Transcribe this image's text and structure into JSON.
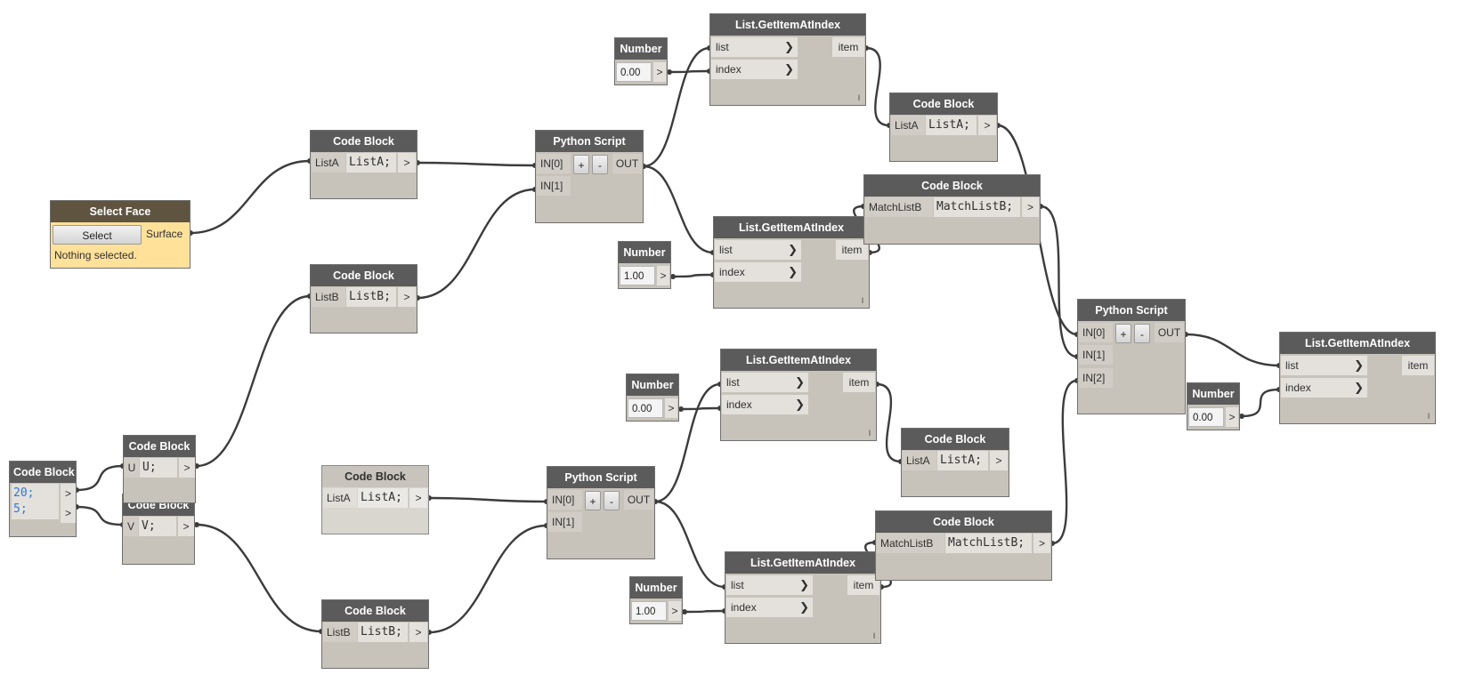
{
  "select_face": {
    "title": "Select Face",
    "button": "Select",
    "output": "Surface",
    "status": "Nothing selected."
  },
  "labels": {
    "code_block": "Code Block",
    "python_script": "Python Script",
    "list_getitem": "List.GetItemAtIndex",
    "number": "Number",
    "list": "list",
    "index": "index",
    "item": "item",
    "in0": "IN[0]",
    "in1": "IN[1]",
    "in2": "IN[2]",
    "out": "OUT",
    "plus": "+",
    "minus": "-",
    "gt": ">",
    "lacing": "l"
  },
  "code": {
    "listA_port": "ListA",
    "listA_code": "ListA;",
    "listB_port": "ListB",
    "listB_code": "ListB;",
    "match_port": "MatchListB",
    "match_code": "MatchListB;",
    "u_port": "U",
    "u_code": "U;",
    "v_port": "V",
    "v_code": "V;",
    "line1": "20;",
    "line2": "5;"
  },
  "numbers": {
    "n1": "0.00",
    "n2": "1.00",
    "n3": "0.00",
    "n4": "1.00",
    "n5": "0.00"
  },
  "colors": {
    "wire": "#3c3c3c",
    "node_body": "#c8c3ba",
    "header": "#5b5b5b",
    "selection_body": "#ffe19a",
    "number_literal": "#2b78d4"
  }
}
